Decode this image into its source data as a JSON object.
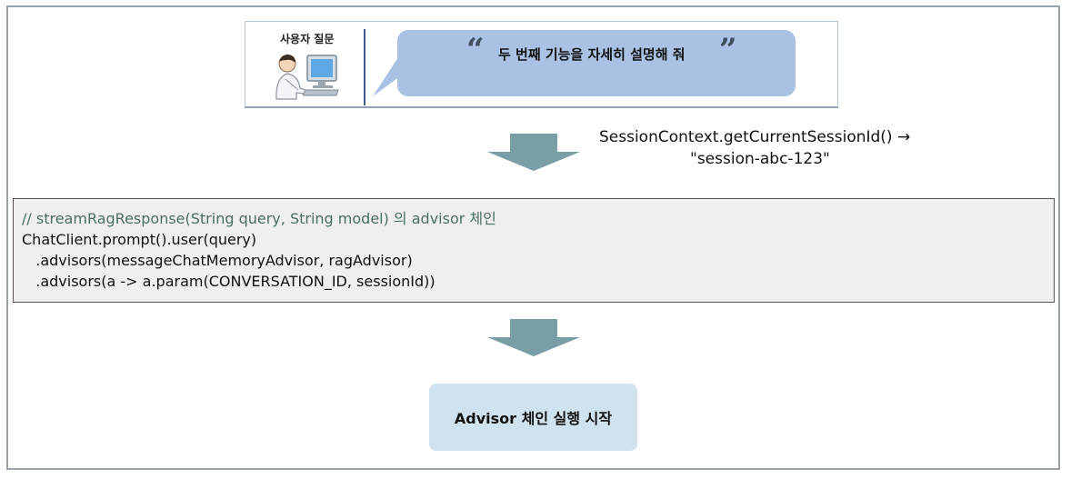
{
  "user": {
    "label": "사용자 질문",
    "message": "두 번째 기능을 자세히 설명해 줘",
    "quote_open": "“",
    "quote_close": "”"
  },
  "session": {
    "line1": "SessionContext.getCurrentSessionId() →",
    "line2": "\"session-abc-123\""
  },
  "code": {
    "comment": "// streamRagResponse(String query, String model) 의 advisor 체인",
    "line1": "ChatClient.prompt().user(query)",
    "line2": "   .advisors(messageChatMemoryAdvisor, ragAdvisor)",
    "line3": "   .advisors(a -> a.param(CONVERSATION_ID, sessionId))"
  },
  "result": {
    "label": "Advisor 체인 실행 시작"
  },
  "colors": {
    "arrow": "#7a9ea6",
    "bubble": "#a9c2e3",
    "code_bg": "#efefef",
    "result_bg": "#cfe2ee",
    "comment": "#4a6f62"
  },
  "icons": {
    "user": "user-at-computer-icon",
    "arrow": "down-arrow-icon"
  }
}
